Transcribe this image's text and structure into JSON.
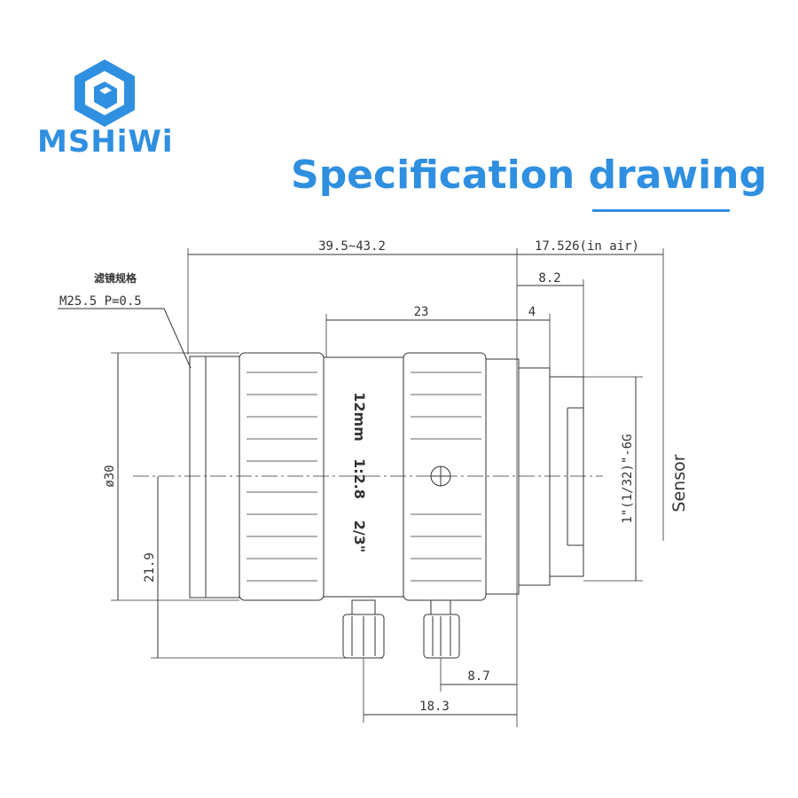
{
  "brand": {
    "name": "MSHiWi",
    "color": "#2f8fe0"
  },
  "title": "Specification drawing",
  "annotations": {
    "filter_label": "滤镜规格",
    "filter_spec": "M25.5 P=0.5",
    "lens_text": [
      "12mm",
      "1:2.8",
      "2/3\""
    ],
    "sensor": "Sensor"
  },
  "dimensions": {
    "total_length": "39.5~43.2",
    "back_focus": "17.526(in air)",
    "mount_depth": "8.2",
    "mid_length": "23",
    "flange": "4",
    "diameter": "ø30",
    "screw_height": "21.9",
    "thread": "1\"(1/32)\"-6G",
    "screw_rear": "8.7",
    "screw_front": "18.3"
  }
}
